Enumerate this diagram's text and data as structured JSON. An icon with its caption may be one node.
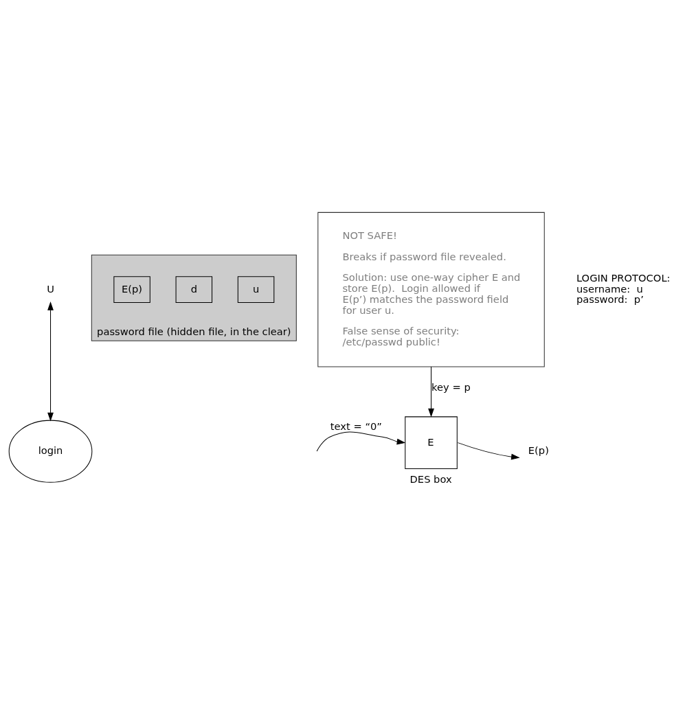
{
  "diagram": {
    "nodes": [
      {
        "text": [
          "U"
        ]
      },
      {
        "text": [
          "login"
        ]
      },
      {
        "text": [],
        "shape": "box",
        "beside": [
          "password file (hidden file, in the clear)"
        ]
      },
      {
        "text": [
          "u"
        ],
        "in": 2
      },
      {
        "text": [
          "d"
        ],
        "in": 2
      },
      {
        "text": [
          "E(p)"
        ],
        "in": 2
      },
      {
        "text": [
          "NOT SAFE!",
          "Breaks if password file revealed.",
          "Solution: use one-way cipher E and store E(p).  Login allowed if E(p’) matches the password field for user u.",
          "False sense of security: /etc/passwd public!"
        ]
      },
      {
        "text": [
          "E"
        ],
        "beside": [
          "DES box"
        ]
      },
      {
        "text": [
          "E(p)"
        ]
      }
    ],
    "edges": [
      {
        "from": 0,
        "to": 1,
        "arrow": "both"
      },
      {
        "from": 6,
        "to": 7,
        "arrow": "to",
        "label": "key = p"
      },
      {
        "from": null,
        "to": 7,
        "arrow": "to",
        "label": "text = “0”"
      },
      {
        "from": 7,
        "to": 8,
        "arrow": "to"
      }
    ],
    "labels": [
      "LOGIN PROTOCOL:",
      "username:  u",
      "password:  p’"
    ]
  }
}
